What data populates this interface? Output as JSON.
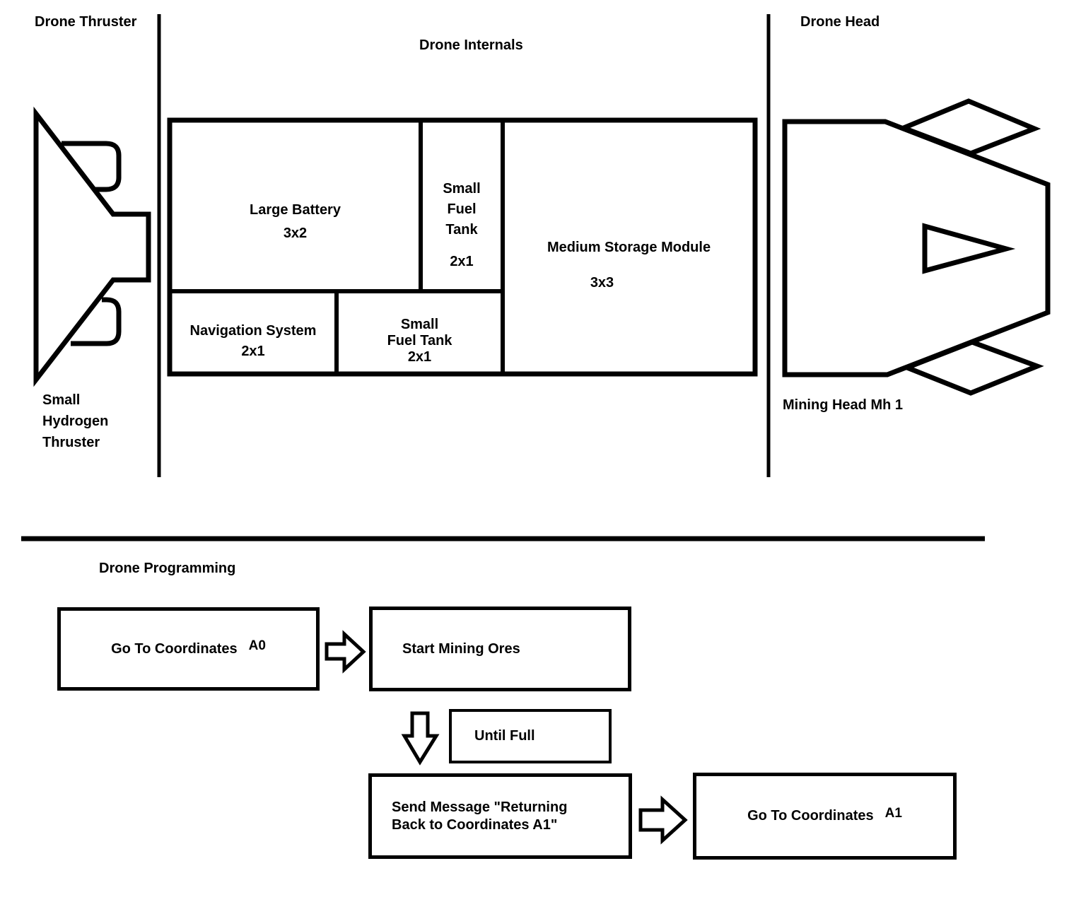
{
  "design": {
    "thruster": {
      "label": "Drone Thruster",
      "caption_line1": "Small",
      "caption_line2": "Hydrogen",
      "caption_line3": "Thruster"
    },
    "internals": {
      "label": "Drone Internals",
      "large_battery": {
        "name": "Large Battery",
        "size": "3x2"
      },
      "fuel_tank_top": {
        "line1": "Small",
        "line2": "Fuel",
        "line3": "Tank",
        "size": "2x1"
      },
      "navigation": {
        "name": "Navigation System",
        "size": "2x1"
      },
      "fuel_tank_bottom": {
        "line1": "Small",
        "line2": "Fuel Tank",
        "size": "2x1"
      },
      "storage": {
        "name": "Medium Storage Module",
        "size": "3x3"
      }
    },
    "head": {
      "label": "Drone Head",
      "caption": "Mining Head Mh 1"
    }
  },
  "programming": {
    "title": "Drone Programming",
    "step1": {
      "text": "Go To Coordinates",
      "coord": "A0"
    },
    "step2": {
      "text": "Start Mining Ores"
    },
    "condition": {
      "text": "Until Full"
    },
    "step3": {
      "line1": "Send Message \"Returning",
      "line2": "Back to Coordinates A1\""
    },
    "step4": {
      "text": "Go To Coordinates",
      "coord": "A1"
    }
  }
}
